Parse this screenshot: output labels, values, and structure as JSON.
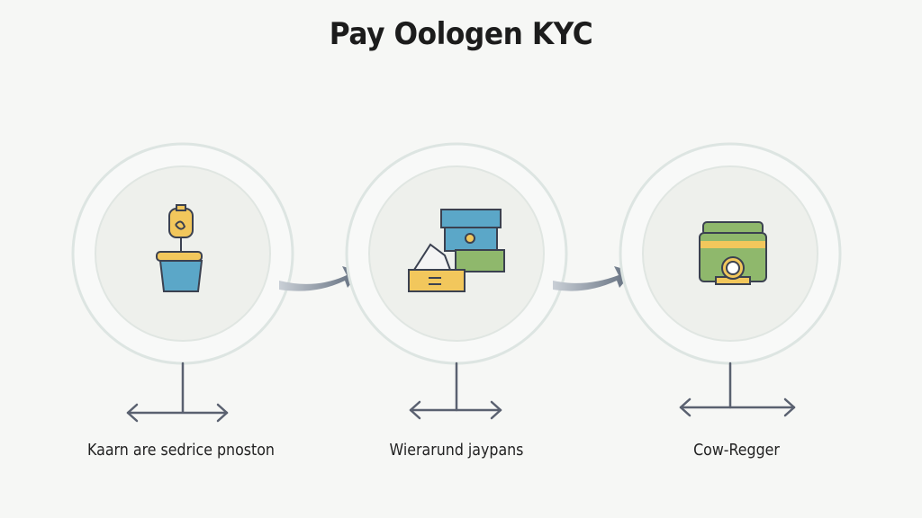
{
  "title": "Pay Oologen KYC",
  "steps": [
    {
      "label": "Kaarn are sedrice pnoston",
      "icon": "person-in-bin-icon"
    },
    {
      "label": "Wierarund jaypans",
      "icon": "document-stack-icon"
    },
    {
      "label": "Cow-Regger",
      "icon": "folder-badge-icon"
    }
  ],
  "colors": {
    "yellow": "#f2c75c",
    "blue": "#5ba7c8",
    "green": "#8fb86c",
    "outline": "#3b4150",
    "arrow": "#6b7686"
  }
}
